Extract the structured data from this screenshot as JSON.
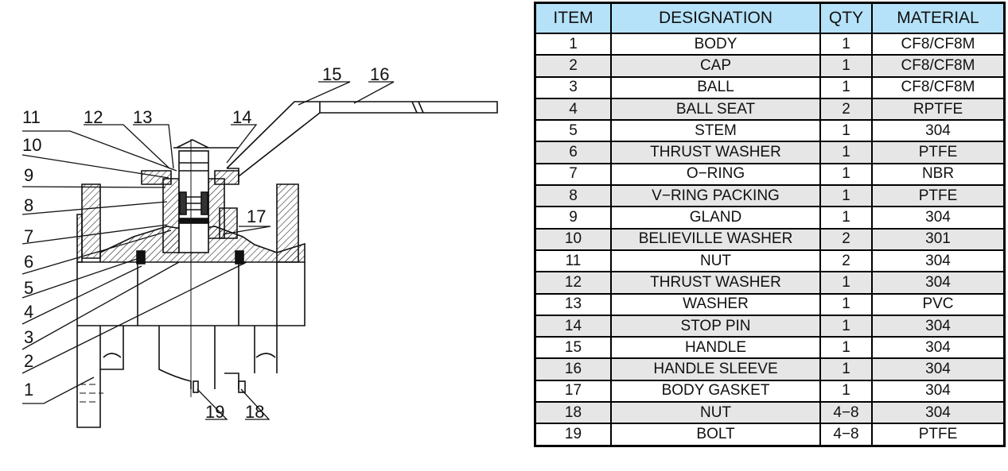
{
  "diagram": {
    "callouts": [
      "1",
      "2",
      "3",
      "4",
      "5",
      "6",
      "7",
      "8",
      "9",
      "10",
      "11",
      "12",
      "13",
      "14",
      "15",
      "16",
      "17",
      "18",
      "19"
    ]
  },
  "table": {
    "headers": {
      "item": "ITEM",
      "designation": "DESIGNATION",
      "qty": "QTY",
      "material": "MATERIAL"
    },
    "rows": [
      {
        "item": "1",
        "designation": "BODY",
        "qty": "1",
        "material": "CF8/CF8M"
      },
      {
        "item": "2",
        "designation": "CAP",
        "qty": "1",
        "material": "CF8/CF8M"
      },
      {
        "item": "3",
        "designation": "BALL",
        "qty": "1",
        "material": "CF8/CF8M"
      },
      {
        "item": "4",
        "designation": "BALL SEAT",
        "qty": "2",
        "material": "RPTFE"
      },
      {
        "item": "5",
        "designation": "STEM",
        "qty": "1",
        "material": "304"
      },
      {
        "item": "6",
        "designation": "THRUST WASHER",
        "qty": "1",
        "material": "PTFE"
      },
      {
        "item": "7",
        "designation": "O−RING",
        "qty": "1",
        "material": "NBR"
      },
      {
        "item": "8",
        "designation": "V−RING PACKING",
        "qty": "1",
        "material": "PTFE"
      },
      {
        "item": "9",
        "designation": "GLAND",
        "qty": "1",
        "material": "304"
      },
      {
        "item": "10",
        "designation": "BELIEVILLE WASHER",
        "qty": "2",
        "material": "301"
      },
      {
        "item": "11",
        "designation": "NUT",
        "qty": "2",
        "material": "304"
      },
      {
        "item": "12",
        "designation": "THRUST WASHER",
        "qty": "1",
        "material": "304"
      },
      {
        "item": "13",
        "designation": "WASHER",
        "qty": "1",
        "material": "PVC"
      },
      {
        "item": "14",
        "designation": "STOP PIN",
        "qty": "1",
        "material": "304"
      },
      {
        "item": "15",
        "designation": "HANDLE",
        "qty": "1",
        "material": "304"
      },
      {
        "item": "16",
        "designation": "HANDLE SLEEVE",
        "qty": "1",
        "material": "304"
      },
      {
        "item": "17",
        "designation": "BODY GASKET",
        "qty": "1",
        "material": "304"
      },
      {
        "item": "18",
        "designation": "NUT",
        "qty": "4−8",
        "material": "304"
      },
      {
        "item": "19",
        "designation": "BOLT",
        "qty": "4−8",
        "material": "PTFE"
      }
    ]
  },
  "colors": {
    "header_bg": "#b5e2f8",
    "alt_row_bg": "#e6e6e6"
  }
}
